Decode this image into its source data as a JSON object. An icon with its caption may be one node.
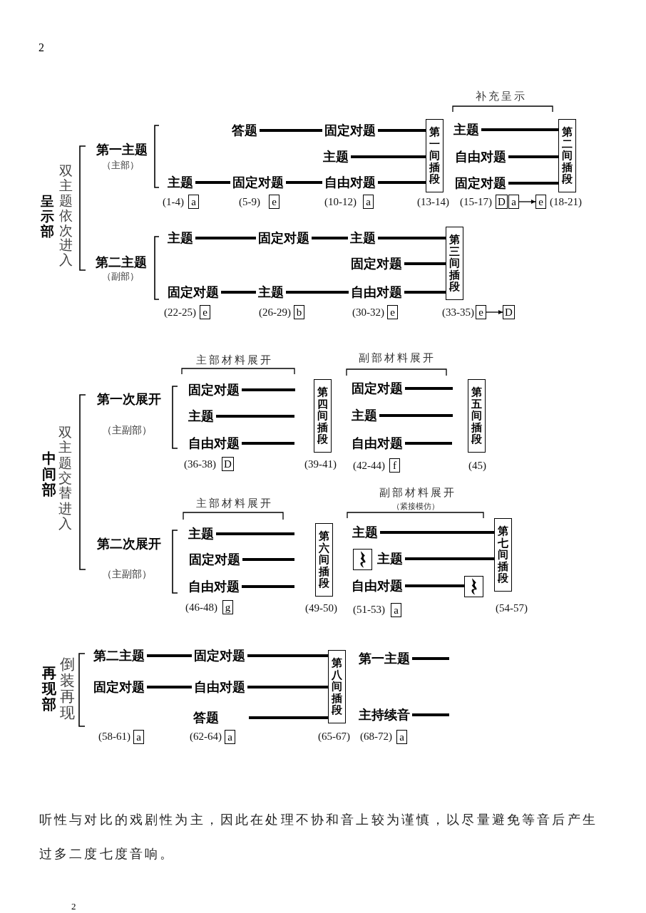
{
  "diagram": {
    "nodes": [
      {
        "text": [
          "答题"
        ]
      },
      {
        "text": [
          "固定对题"
        ]
      },
      {
        "text": [
          "第一间插段"
        ],
        "beside": [
          "(13-14)"
        ]
      },
      {
        "text": [
          "主题"
        ]
      },
      {
        "text": [
          "第二间插段"
        ],
        "beside": [
          "(18-21)"
        ]
      },
      {
        "text": [
          "主题"
        ]
      },
      {
        "text": [
          "自由对题"
        ]
      },
      {
        "text": [
          "主题"
        ]
      },
      {
        "text": [
          "固定对题"
        ]
      },
      {
        "text": [
          "自由对题"
        ]
      },
      {
        "text": [
          "固定对题"
        ]
      },
      {
        "text": [
          "a"
        ],
        "beside": [
          "(1-4)"
        ]
      },
      {
        "text": [
          "e"
        ],
        "beside": [
          "(5-9)"
        ]
      },
      {
        "text": [
          "a"
        ],
        "beside": [
          "(10-12)"
        ]
      },
      {
        "text": [
          "D"
        ],
        "beside": [
          "(15-17)"
        ]
      },
      {
        "text": [
          "a"
        ]
      },
      {
        "text": [
          "e"
        ]
      },
      {
        "text": [
          "主题"
        ]
      },
      {
        "text": [
          "固定对题"
        ]
      },
      {
        "text": [
          "主题"
        ]
      },
      {
        "text": [
          "第三间插段"
        ]
      },
      {
        "text": [
          "固定对题"
        ]
      },
      {
        "text": [
          "固定对题"
        ]
      },
      {
        "text": [
          "主题"
        ]
      },
      {
        "text": [
          "自由对题"
        ]
      },
      {
        "text": [
          "e"
        ],
        "beside": [
          "(22-25)"
        ]
      },
      {
        "text": [
          "b"
        ],
        "beside": [
          "(26-29)"
        ]
      },
      {
        "text": [
          "e"
        ],
        "beside": [
          "(30-32)"
        ]
      },
      {
        "text": [
          "e"
        ],
        "beside": [
          "(33-35)"
        ]
      },
      {
        "text": [
          "D"
        ]
      },
      {
        "text": [
          "固定对题"
        ]
      },
      {
        "text": [
          "第四间插段"
        ],
        "beside": [
          "(39-41)"
        ]
      },
      {
        "text": [
          "固定对题"
        ]
      },
      {
        "text": [
          "第五间插段"
        ],
        "beside": [
          "(45)"
        ]
      },
      {
        "text": [
          "主题"
        ]
      },
      {
        "text": [
          "主题"
        ]
      },
      {
        "text": [
          "自由对题"
        ]
      },
      {
        "text": [
          "自由对题"
        ]
      },
      {
        "text": [
          "D"
        ],
        "beside": [
          "(36-38)"
        ]
      },
      {
        "text": [
          "f"
        ],
        "beside": [
          "(42-44)"
        ]
      },
      {
        "text": [
          "主题"
        ]
      },
      {
        "text": [
          "第六间插段"
        ],
        "beside": [
          "(49-50)"
        ]
      },
      {
        "text": [
          "主题"
        ]
      },
      {
        "text": [
          "第七间插段"
        ],
        "beside": [
          "(54-57)"
        ]
      },
      {
        "text": [
          "固定对题"
        ]
      },
      {
        "text": [],
        "shape": "box"
      },
      {
        "text": [
          "主题"
        ]
      },
      {
        "text": [
          "自由对题"
        ]
      },
      {
        "text": [
          "自由对题"
        ]
      },
      {
        "text": [],
        "shape": "box"
      },
      {
        "text": [
          "g"
        ],
        "beside": [
          "(46-48)"
        ]
      },
      {
        "text": [
          "a"
        ],
        "beside": [
          "(51-53)"
        ]
      },
      {
        "text": [
          "第二主题"
        ]
      },
      {
        "text": [
          "固定对题"
        ]
      },
      {
        "text": [
          "第八间插段"
        ],
        "beside": [
          "(65-67)"
        ]
      },
      {
        "text": [
          "第一主题"
        ]
      },
      {
        "text": [
          "固定对题"
        ]
      },
      {
        "text": [
          "自由对题"
        ]
      },
      {
        "text": [
          "答题"
        ]
      },
      {
        "text": [
          "主持续音"
        ]
      },
      {
        "text": [
          "a"
        ],
        "beside": [
          "(58-61)"
        ]
      },
      {
        "text": [
          "a"
        ],
        "beside": [
          "(62-64)"
        ]
      },
      {
        "text": [
          "a"
        ],
        "beside": [
          "(68-72)"
        ]
      }
    ],
    "edges": [
      {
        "from": 0,
        "to": 1,
        "arrow": "none"
      },
      {
        "from": 1,
        "to": 2,
        "arrow": "none"
      },
      {
        "from": 3,
        "to": 4,
        "arrow": "none"
      },
      {
        "from": 5,
        "to": 2,
        "arrow": "none"
      },
      {
        "from": 6,
        "to": 4,
        "arrow": "none"
      },
      {
        "from": 7,
        "to": 8,
        "arrow": "none"
      },
      {
        "from": 8,
        "to": 9,
        "arrow": "none"
      },
      {
        "from": 9,
        "to": 2,
        "arrow": "none"
      },
      {
        "from": 10,
        "to": 4,
        "arrow": "none"
      },
      {
        "from": 15,
        "to": 16,
        "arrow": "to"
      },
      {
        "from": 17,
        "to": 18,
        "arrow": "none"
      },
      {
        "from": 18,
        "to": 19,
        "arrow": "none"
      },
      {
        "from": 19,
        "to": 20,
        "arrow": "none"
      },
      {
        "from": 21,
        "to": 20,
        "arrow": "none"
      },
      {
        "from": 22,
        "to": 23,
        "arrow": "none"
      },
      {
        "from": 23,
        "to": 24,
        "arrow": "none"
      },
      {
        "from": 24,
        "to": 20,
        "arrow": "none"
      },
      {
        "from": 28,
        "to": 29,
        "arrow": "to"
      },
      {
        "from": 30,
        "to": null,
        "arrow": "none"
      },
      {
        "from": 32,
        "to": null,
        "arrow": "none"
      },
      {
        "from": 34,
        "to": null,
        "arrow": "none"
      },
      {
        "from": 35,
        "to": null,
        "arrow": "none"
      },
      {
        "from": 36,
        "to": null,
        "arrow": "none"
      },
      {
        "from": 37,
        "to": null,
        "arrow": "none"
      },
      {
        "from": 40,
        "to": null,
        "arrow": "none"
      },
      {
        "from": 42,
        "to": 43,
        "arrow": "none"
      },
      {
        "from": 44,
        "to": null,
        "arrow": "none"
      },
      {
        "from": 46,
        "to": 43,
        "arrow": "none"
      },
      {
        "from": 47,
        "to": null,
        "arrow": "none"
      },
      {
        "from": 48,
        "to": 49,
        "arrow": "none"
      },
      {
        "from": 52,
        "to": 53,
        "arrow": "none"
      },
      {
        "from": 53,
        "to": 54,
        "arrow": "none"
      },
      {
        "from": 55,
        "to": null,
        "arrow": "none"
      },
      {
        "from": 56,
        "to": 57,
        "arrow": "none"
      },
      {
        "from": 57,
        "to": 54,
        "arrow": "none"
      },
      {
        "from": null,
        "to": 54,
        "arrow": "none"
      },
      {
        "from": 59,
        "to": null,
        "arrow": "none"
      }
    ],
    "labels": [
      "2",
      "补充呈示",
      "第一主题",
      "（主部）",
      "呈示部",
      "双主题依次进入",
      "第二主题",
      "（副部）",
      "主部材料展开",
      "副部材料展开",
      "第一次展开",
      "（主副部）",
      "中间部",
      "双主题交替进入",
      "主部材料展开",
      "副部材料展开",
      "（紧接模仿）",
      "第二次展开",
      "（主副部）",
      "再现部",
      "倒装再现",
      "听性与对比的戏剧性为主，因此在处理不协和音上较为谨慎，以尽量避免等音后产生过多二度七度音响。",
      "2"
    ]
  }
}
